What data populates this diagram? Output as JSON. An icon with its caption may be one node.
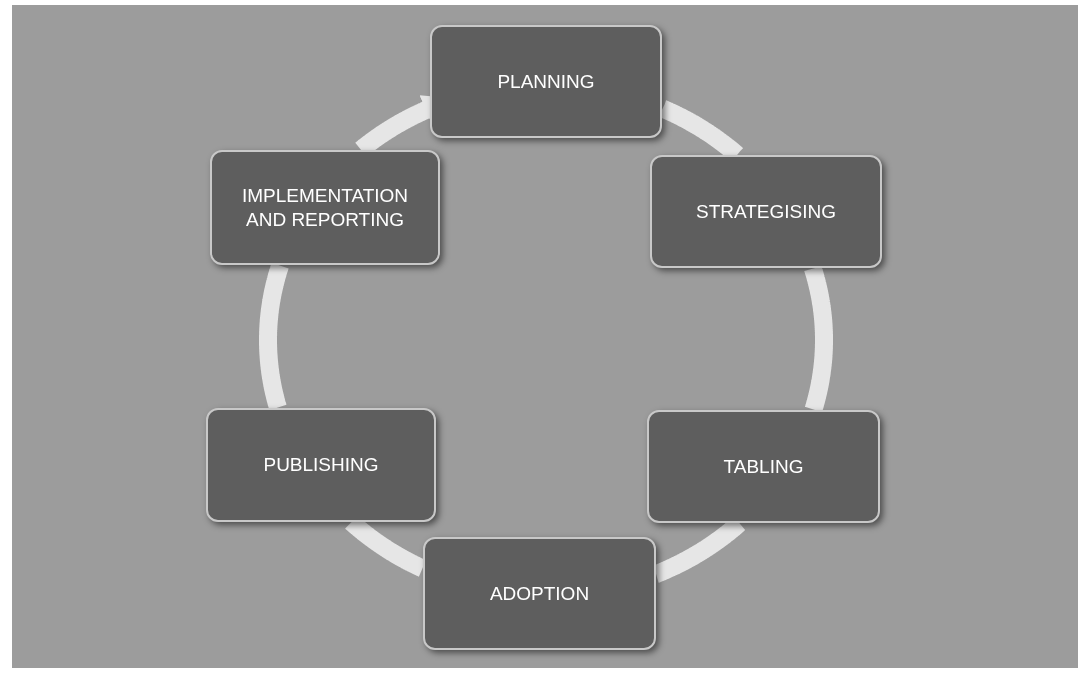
{
  "diagram": {
    "nodes": [
      {
        "text": [
          "PLANNING"
        ]
      },
      {
        "text": [
          "STRATEGISING"
        ]
      },
      {
        "text": [
          "TABLING"
        ]
      },
      {
        "text": [
          "ADOPTION"
        ]
      },
      {
        "text": [
          "PUBLISHING"
        ]
      },
      {
        "text": [
          "IMPLEMENTATION AND REPORTING"
        ]
      }
    ],
    "edges": [
      {
        "from": 0,
        "to": 1,
        "arrow": "none"
      },
      {
        "from": 1,
        "to": 2,
        "arrow": "none"
      },
      {
        "from": 2,
        "to": 3,
        "arrow": "none"
      },
      {
        "from": 3,
        "to": 4,
        "arrow": "none"
      },
      {
        "from": 4,
        "to": 5,
        "arrow": "none"
      },
      {
        "from": 5,
        "to": 0,
        "arrow": "to"
      }
    ]
  }
}
